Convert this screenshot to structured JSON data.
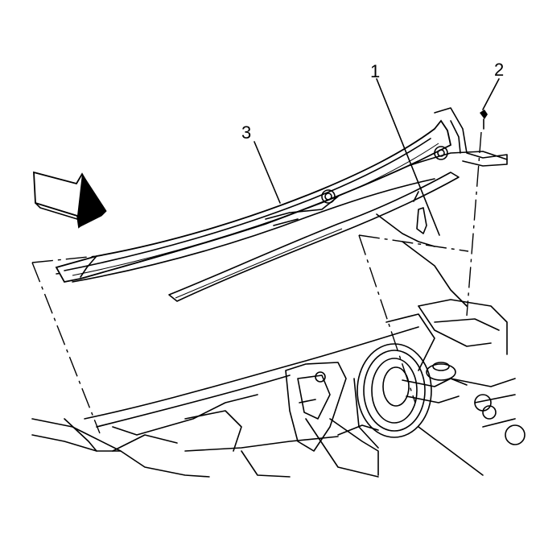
{
  "diagram": {
    "callouts": [
      {
        "id": "1",
        "text": "1"
      },
      {
        "id": "2",
        "text": "2"
      },
      {
        "id": "3",
        "text": "3"
      }
    ],
    "colors": {
      "ink": "#000000",
      "paper": "#ffffff",
      "shade": "#c8c8c8"
    },
    "icons": [
      "direction-arrow-icon",
      "fastener-icon"
    ]
  }
}
